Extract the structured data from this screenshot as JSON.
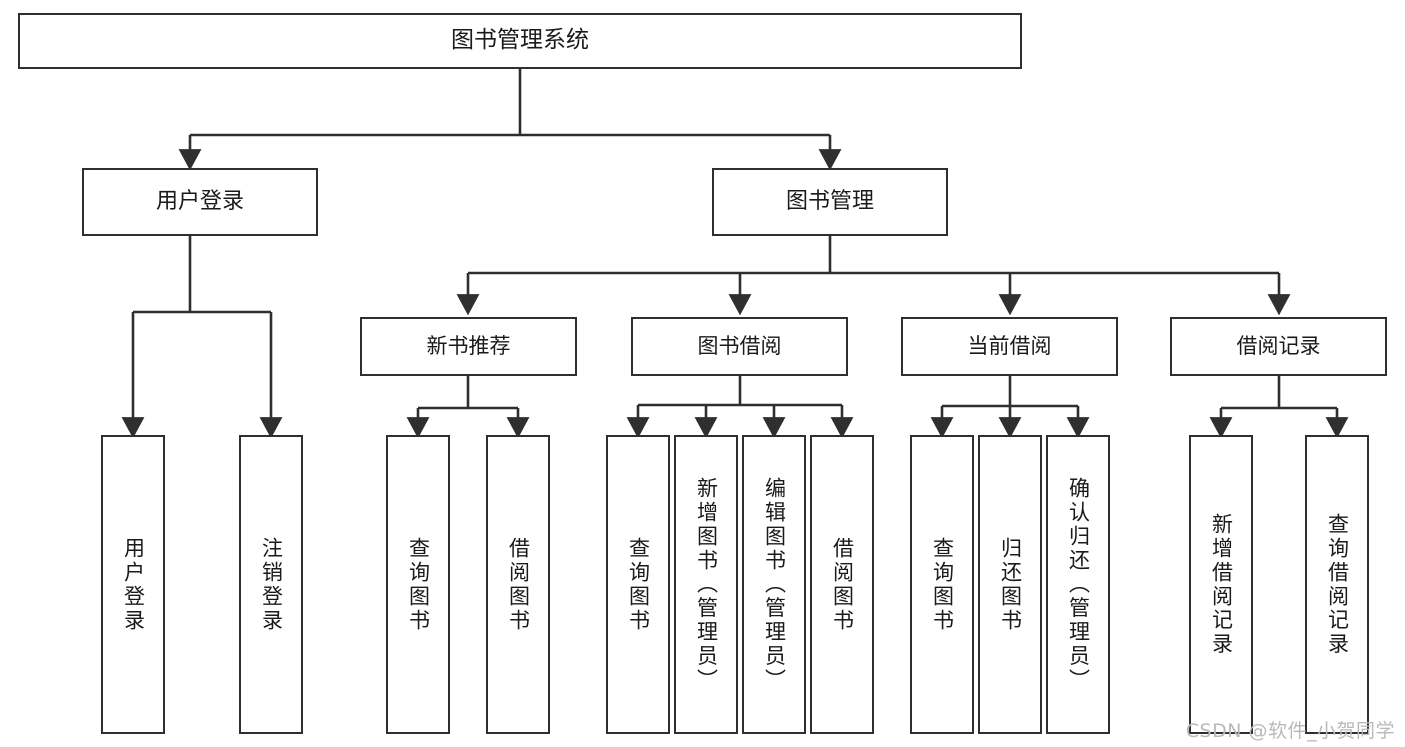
{
  "diagram": {
    "title": "图书管理系统",
    "type": "tree-hierarchy-chart",
    "orientation": "top-down",
    "colors": {
      "box_border": "#2f2f2f",
      "box_fill": "#ffffff",
      "connector": "#2f2f2f",
      "text": "#1a1a1a",
      "watermark": "#b9b9b9"
    }
  },
  "root": {
    "label": "图书管理系统"
  },
  "level2": [
    {
      "label": "用户登录"
    },
    {
      "label": "图书管理"
    }
  ],
  "level3": [
    {
      "label": "新书推荐"
    },
    {
      "label": "图书借阅"
    },
    {
      "label": "当前借阅"
    },
    {
      "label": "借阅记录"
    }
  ],
  "leaves": {
    "user_login": [
      {
        "label": "用户登录"
      },
      {
        "label": "注销登录"
      }
    ],
    "new_book_recommend": [
      {
        "label": "查询图书"
      },
      {
        "label": "借阅图书"
      }
    ],
    "book_borrow": [
      {
        "label": "查询图书"
      },
      {
        "label": "新增图书（管理员）"
      },
      {
        "label": "编辑图书（管理员）"
      },
      {
        "label": "借阅图书"
      }
    ],
    "current_borrow": [
      {
        "label": "查询图书"
      },
      {
        "label": "归还图书"
      },
      {
        "label": "确认归还（管理员）"
      }
    ],
    "borrow_record": [
      {
        "label": "新增借阅记录"
      },
      {
        "label": "查询借阅记录"
      }
    ]
  },
  "watermark": {
    "text": "CSDN @软件_小贺同学"
  }
}
